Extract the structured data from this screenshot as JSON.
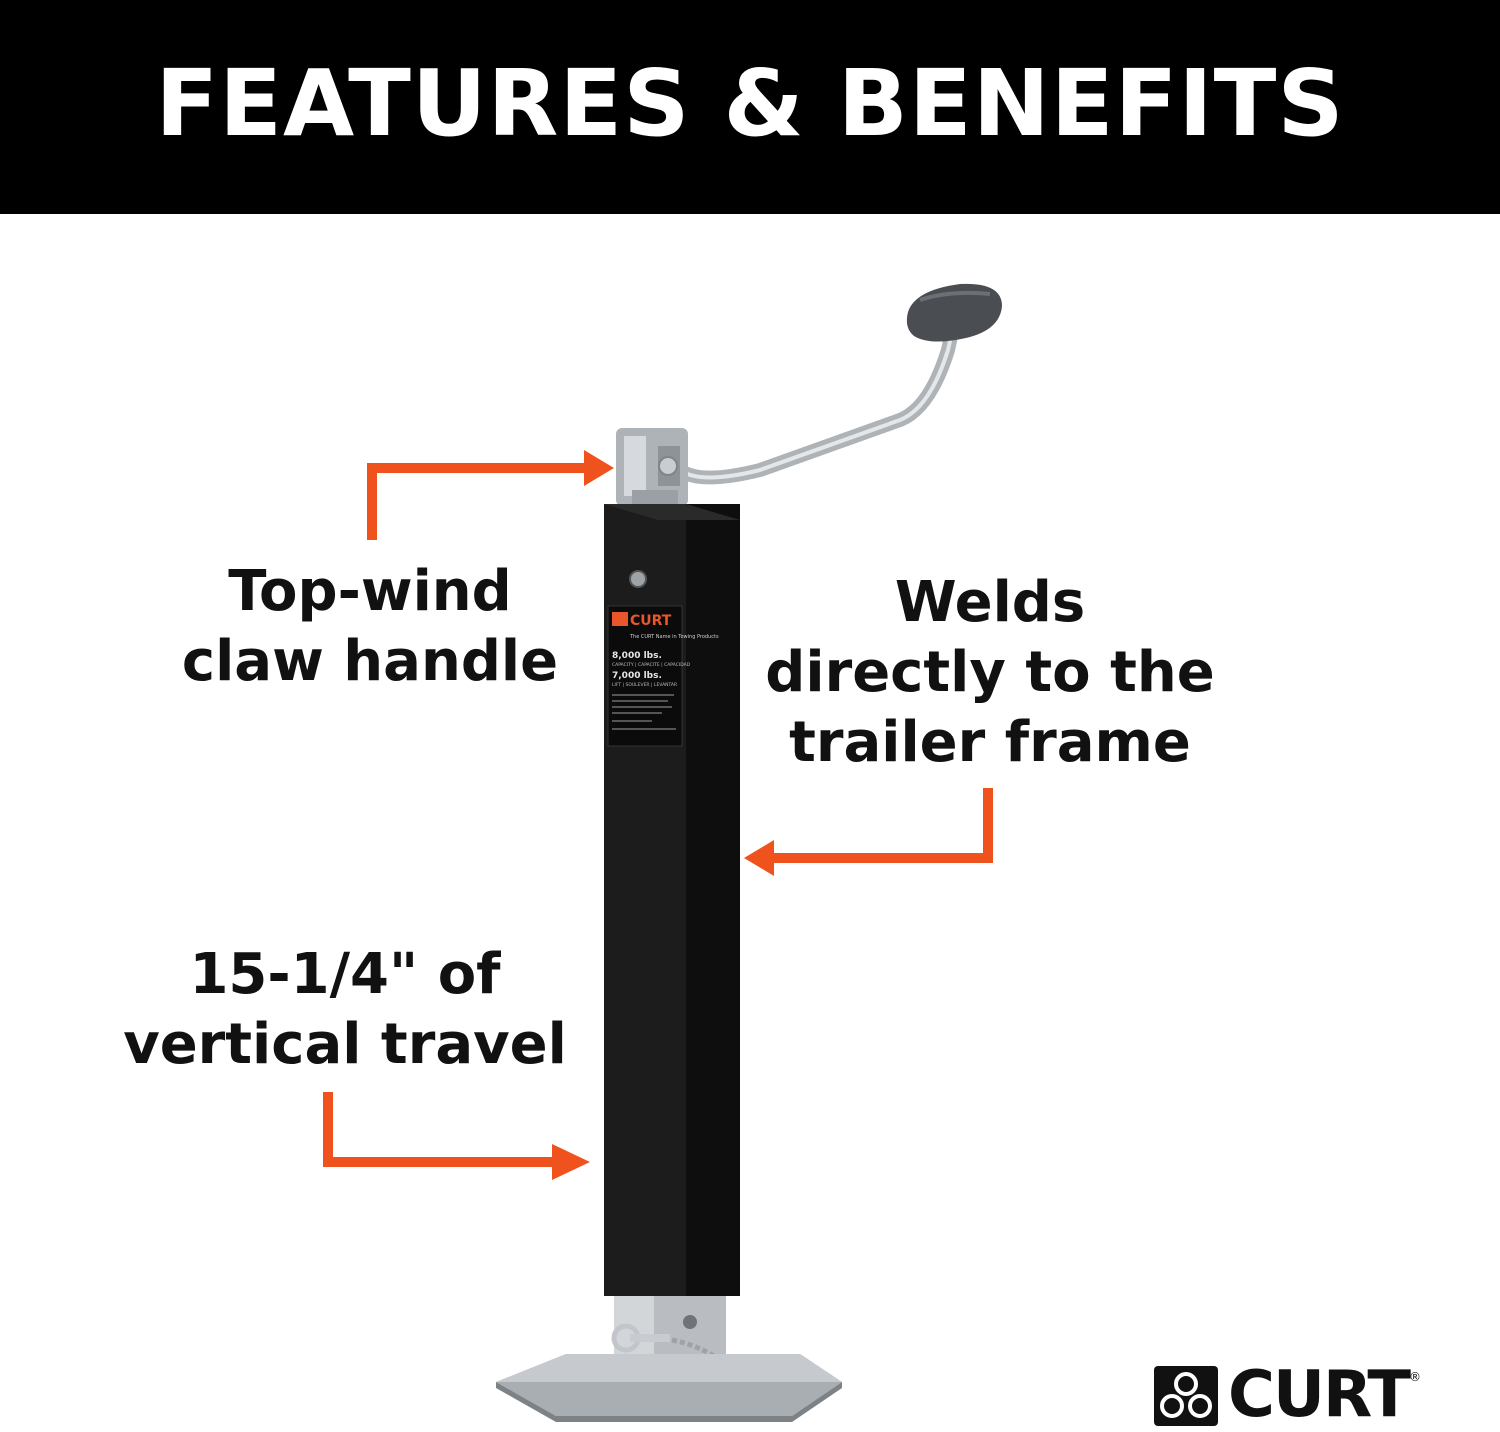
{
  "header": {
    "title": "FEATURES & BENEFITS"
  },
  "callouts": {
    "top_wind": {
      "lines": [
        "Top-wind",
        "claw handle"
      ]
    },
    "welds": {
      "lines": [
        "Welds",
        "directly to the",
        "trailer frame"
      ]
    },
    "travel": {
      "lines": [
        "15-1/4\" of",
        "vertical travel"
      ]
    }
  },
  "product_label": {
    "brand": "CURT",
    "tagline": "The CURT Name in Towing Products",
    "capacity": "8,000 lbs.",
    "capacity_caption": "CAPACITY | CAPACITE | CAPACIDAD",
    "lift": "7,000 lbs.",
    "lift_caption": "LIFT | SOULEVER | LEVANTAR"
  },
  "brand_logo": {
    "word": "CURT",
    "mark": "®"
  },
  "colors": {
    "header_bg": "#000000",
    "header_text": "#ffffff",
    "arrow": "#f0521e",
    "jack_body": "#141414",
    "steel": "#b9bdc2",
    "label_accent": "#e8562a"
  }
}
